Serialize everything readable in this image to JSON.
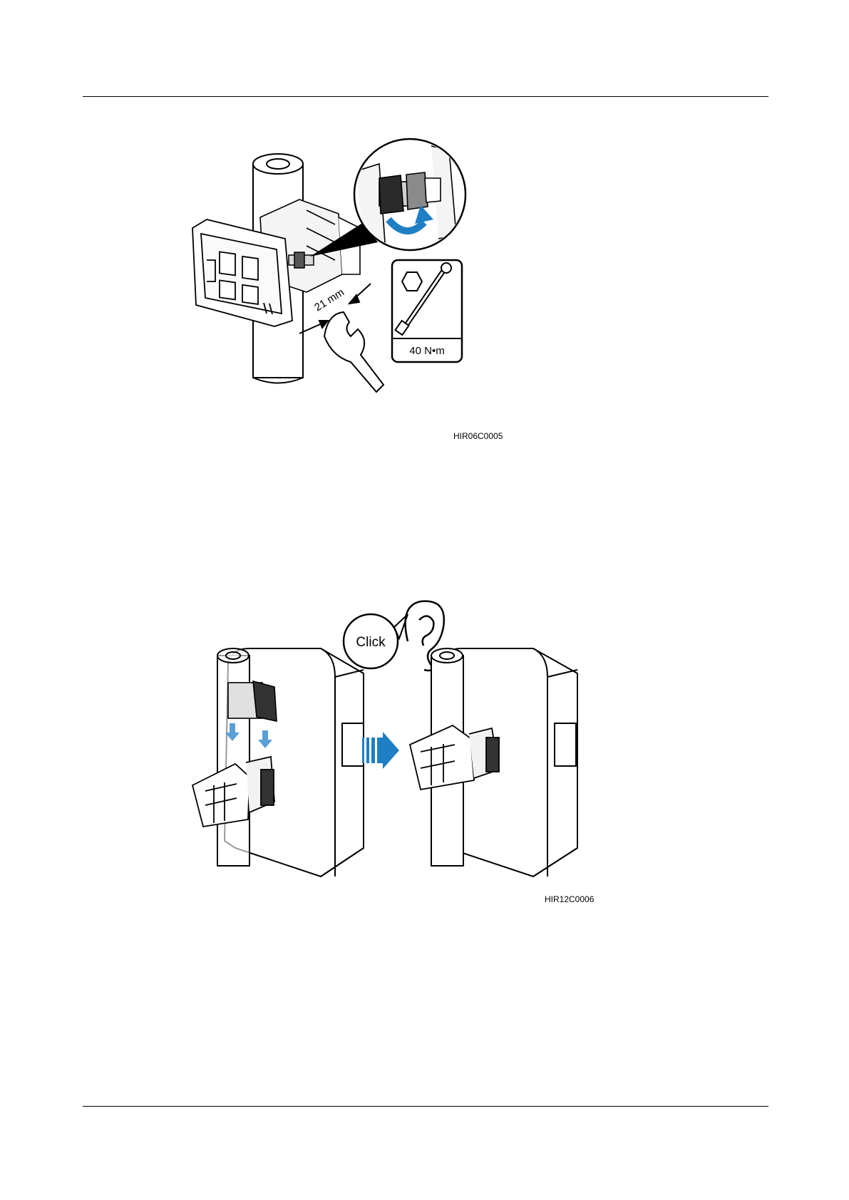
{
  "figure1": {
    "code": "HIR06C0005",
    "wrench_size": "21 mm",
    "torque": "40 N•m",
    "icons": [
      "pole-icon",
      "mounting-bracket-icon",
      "nut-rotation-icon",
      "hex-nut-icon",
      "torque-wrench-icon",
      "open-end-wrench-icon"
    ]
  },
  "figure2": {
    "code": "HIR12C0006",
    "click_label": "Click",
    "icons": [
      "ear-icon",
      "arrow-right-icon",
      "device-cabinet-icon",
      "pole-icon"
    ]
  },
  "colors": {
    "rule": "#000000",
    "accent_blue": "#1f7fc4",
    "line": "#000000",
    "gray_fill": "#8a8a8a"
  }
}
